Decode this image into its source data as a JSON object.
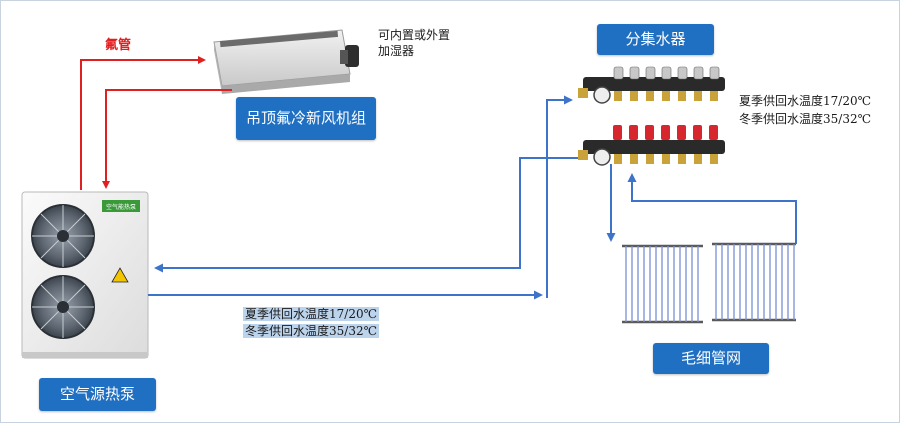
{
  "labels": {
    "fresh_air_unit": "吊顶氟冷新风机组",
    "manifold": "分集水器",
    "capillary_mat": "毛细管网",
    "heat_pump": "空气源热泵"
  },
  "refrigerant_pipe": "氟管",
  "humidifier_note": [
    "可内置或外置",
    "加湿器"
  ],
  "temperature_note_manifold": [
    "夏季供回水温度17/20℃",
    "冬季供回水温度35/32℃"
  ],
  "temperature_note_supply": [
    "夏季供回水温度17/20℃",
    "冬季供回水温度35/32℃"
  ],
  "heat_pump_logo": "空气能热泵",
  "colors": {
    "label_bg": "#1f6fc2",
    "refrigerant_line": "#e02020",
    "water_line": "#3d73c8",
    "highlight": "#bcd3ec"
  }
}
